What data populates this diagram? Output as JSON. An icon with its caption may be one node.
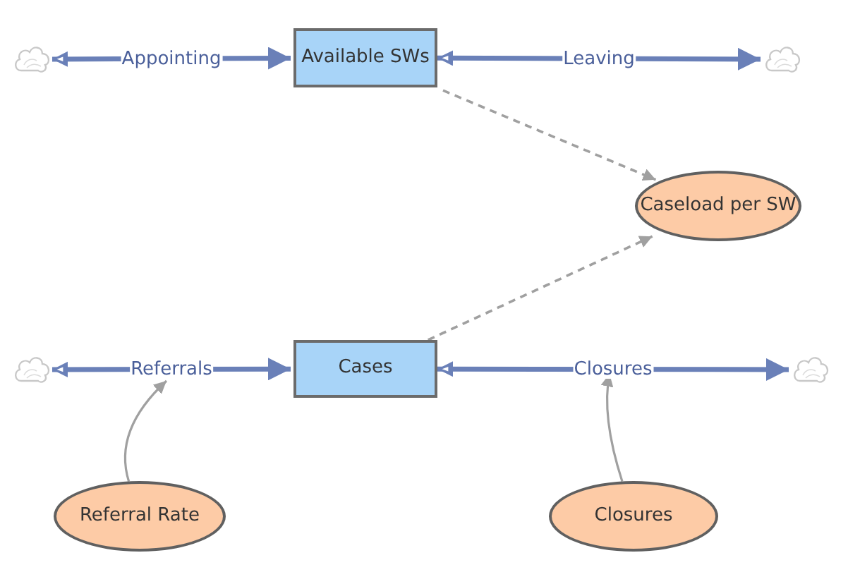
{
  "diagram": {
    "nodes": [
      {
        "text": [],
        "shape": "cloud"
      },
      {
        "text": [
          "Available SWs"
        ]
      },
      {
        "text": [],
        "shape": "cloud"
      },
      {
        "text": [
          "Caseload per SW"
        ]
      },
      {
        "text": [],
        "shape": "cloud"
      },
      {
        "text": [
          "Cases"
        ]
      },
      {
        "text": [],
        "shape": "cloud"
      },
      {
        "text": [
          "Referral Rate"
        ]
      },
      {
        "text": [
          "Closures"
        ]
      }
    ],
    "edges": [
      {
        "from": 0,
        "to": 1,
        "arrow": "both",
        "label": "Appointing",
        "style": "thick",
        "color": "#6a80b8"
      },
      {
        "from": 1,
        "to": 2,
        "arrow": "both",
        "label": "Leaving",
        "style": "thick",
        "color": "#6a80b8"
      },
      {
        "from": 1,
        "to": 3,
        "arrow": "to",
        "style": "dashed",
        "color": "#a0a0a0"
      },
      {
        "from": 4,
        "to": 5,
        "arrow": "both",
        "label": "Referrals",
        "style": "thick",
        "color": "#6a80b8"
      },
      {
        "from": 5,
        "to": 6,
        "arrow": "both",
        "label": "Closures",
        "style": "thick",
        "color": "#6a80b8"
      },
      {
        "from": 5,
        "to": 3,
        "arrow": "to",
        "style": "dashed",
        "color": "#a0a0a0"
      },
      {
        "from": 7,
        "to": null,
        "arrow": "to",
        "color": "#a0a0a0"
      },
      {
        "from": 8,
        "to": null,
        "arrow": "to",
        "color": "#a0a0a0"
      }
    ]
  }
}
